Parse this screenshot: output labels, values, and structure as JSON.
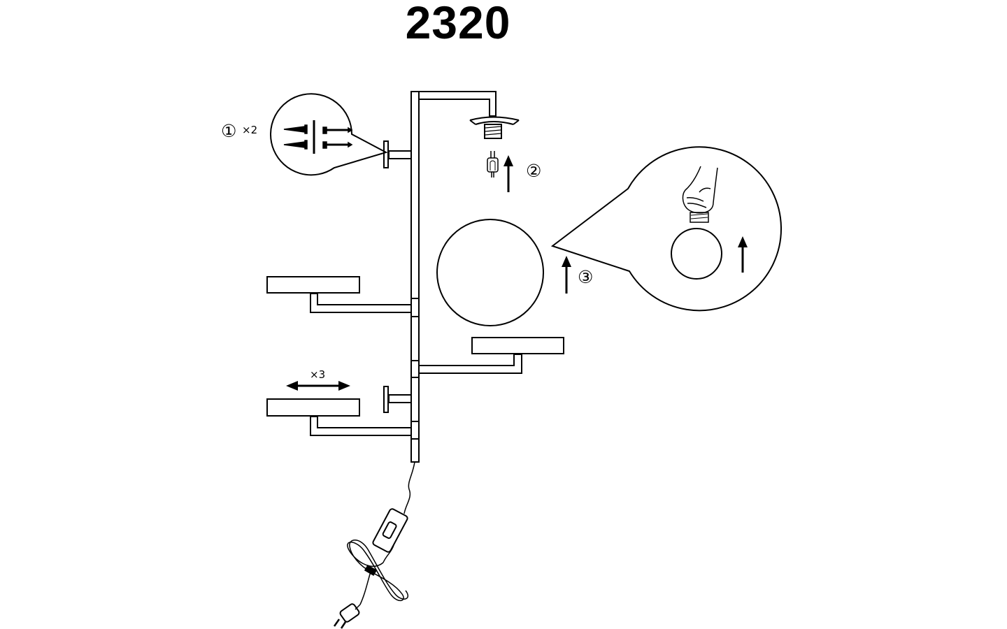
{
  "title": "2320",
  "steps": [
    {
      "number": "①",
      "qty": "×2"
    },
    {
      "number": "②"
    },
    {
      "number": "③"
    }
  ],
  "shade_qty": "×3",
  "colors": {
    "line": "#000000",
    "background": "#ffffff"
  },
  "icons": [
    "screw-icon",
    "bulb-icon",
    "hand-icon",
    "up-arrow-icon",
    "double-arrow-icon",
    "plug-icon",
    "switch-icon"
  ]
}
